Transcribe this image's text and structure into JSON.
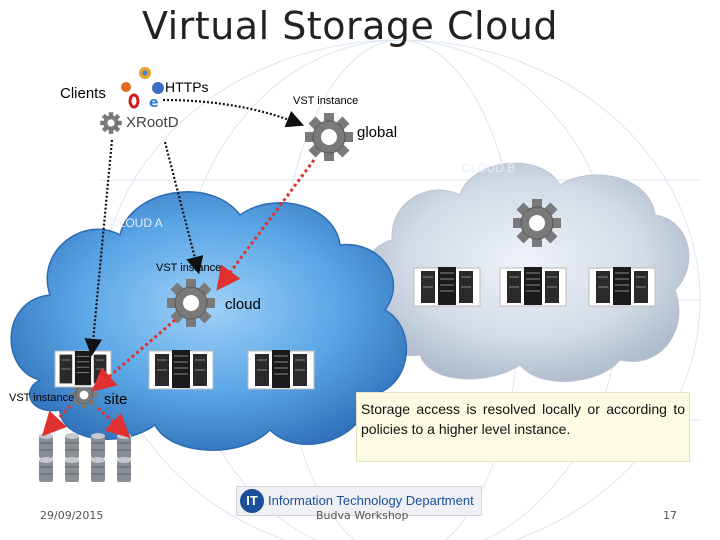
{
  "title": "Virtual Storage Cloud",
  "labels": {
    "clients": "Clients",
    "https": "HTTPs",
    "xrootd": "XRootD",
    "vst_instance_global": "VST instance",
    "global": "global",
    "cloud_b": "CLOUD B",
    "cloud_a": "CLOUD A",
    "vst_instance_cloud": "VST instance",
    "cloud": "cloud",
    "vst_instance_site": "VST instance",
    "site": "site"
  },
  "note": "Storage access is resolved locally or according to policies to a higher level instance.",
  "footer": {
    "date": "29/09/2015",
    "event": "Budva Workshop",
    "page": "17",
    "logo_badge": "IT",
    "logo_text": "Information Technology Department"
  },
  "icons": {
    "gear": "gear-icon",
    "server": "server-rack-icon",
    "disk": "disk-stack-icon",
    "browsers": "browser-icons"
  },
  "colors": {
    "cloud_blue": "#4a90d6",
    "cloud_gray": "#c9d3df",
    "red_arrow": "#e03030",
    "dotted_arrow": "#111111"
  }
}
